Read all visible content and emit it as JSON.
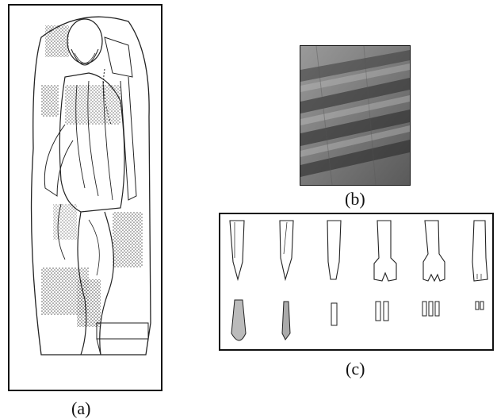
{
  "figure": {
    "captions": {
      "a": "(a)",
      "b": "(b)",
      "c": "(c)"
    },
    "panels": [
      {
        "key": "a",
        "content": "line-drawing-relief-figure"
      },
      {
        "key": "b",
        "content": "photo-stone-surface-tool-marks"
      },
      {
        "key": "c",
        "content": "chisel-tools-and-tip-marks"
      }
    ]
  },
  "colors": {
    "ink": "#111111",
    "paper": "#ffffff",
    "stone": "#6e6e6e"
  }
}
